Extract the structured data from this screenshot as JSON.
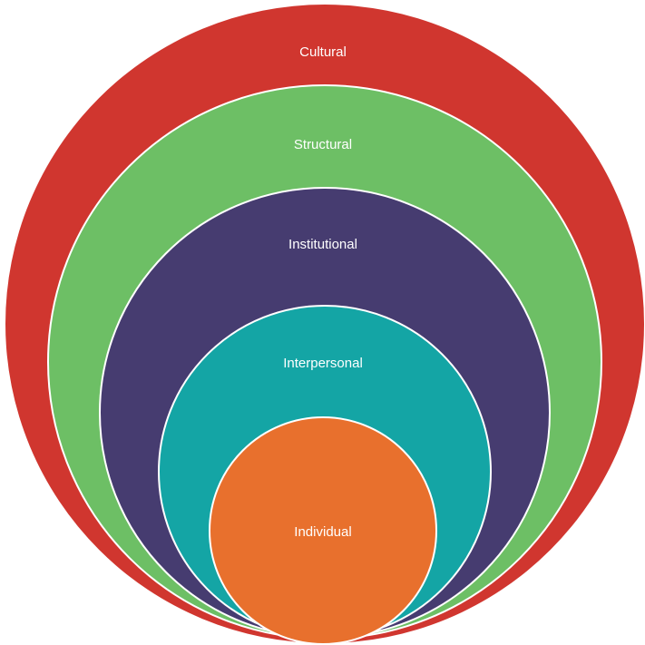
{
  "diagram": {
    "rings": [
      {
        "label": "Cultural",
        "color": "#d0362f"
      },
      {
        "label": "Structural",
        "color": "#6dbf65"
      },
      {
        "label": "Institutional",
        "color": "#463c70"
      },
      {
        "label": "Interpersonal",
        "color": "#14a5a5"
      },
      {
        "label": "Individual",
        "color": "#e8702d"
      }
    ]
  }
}
